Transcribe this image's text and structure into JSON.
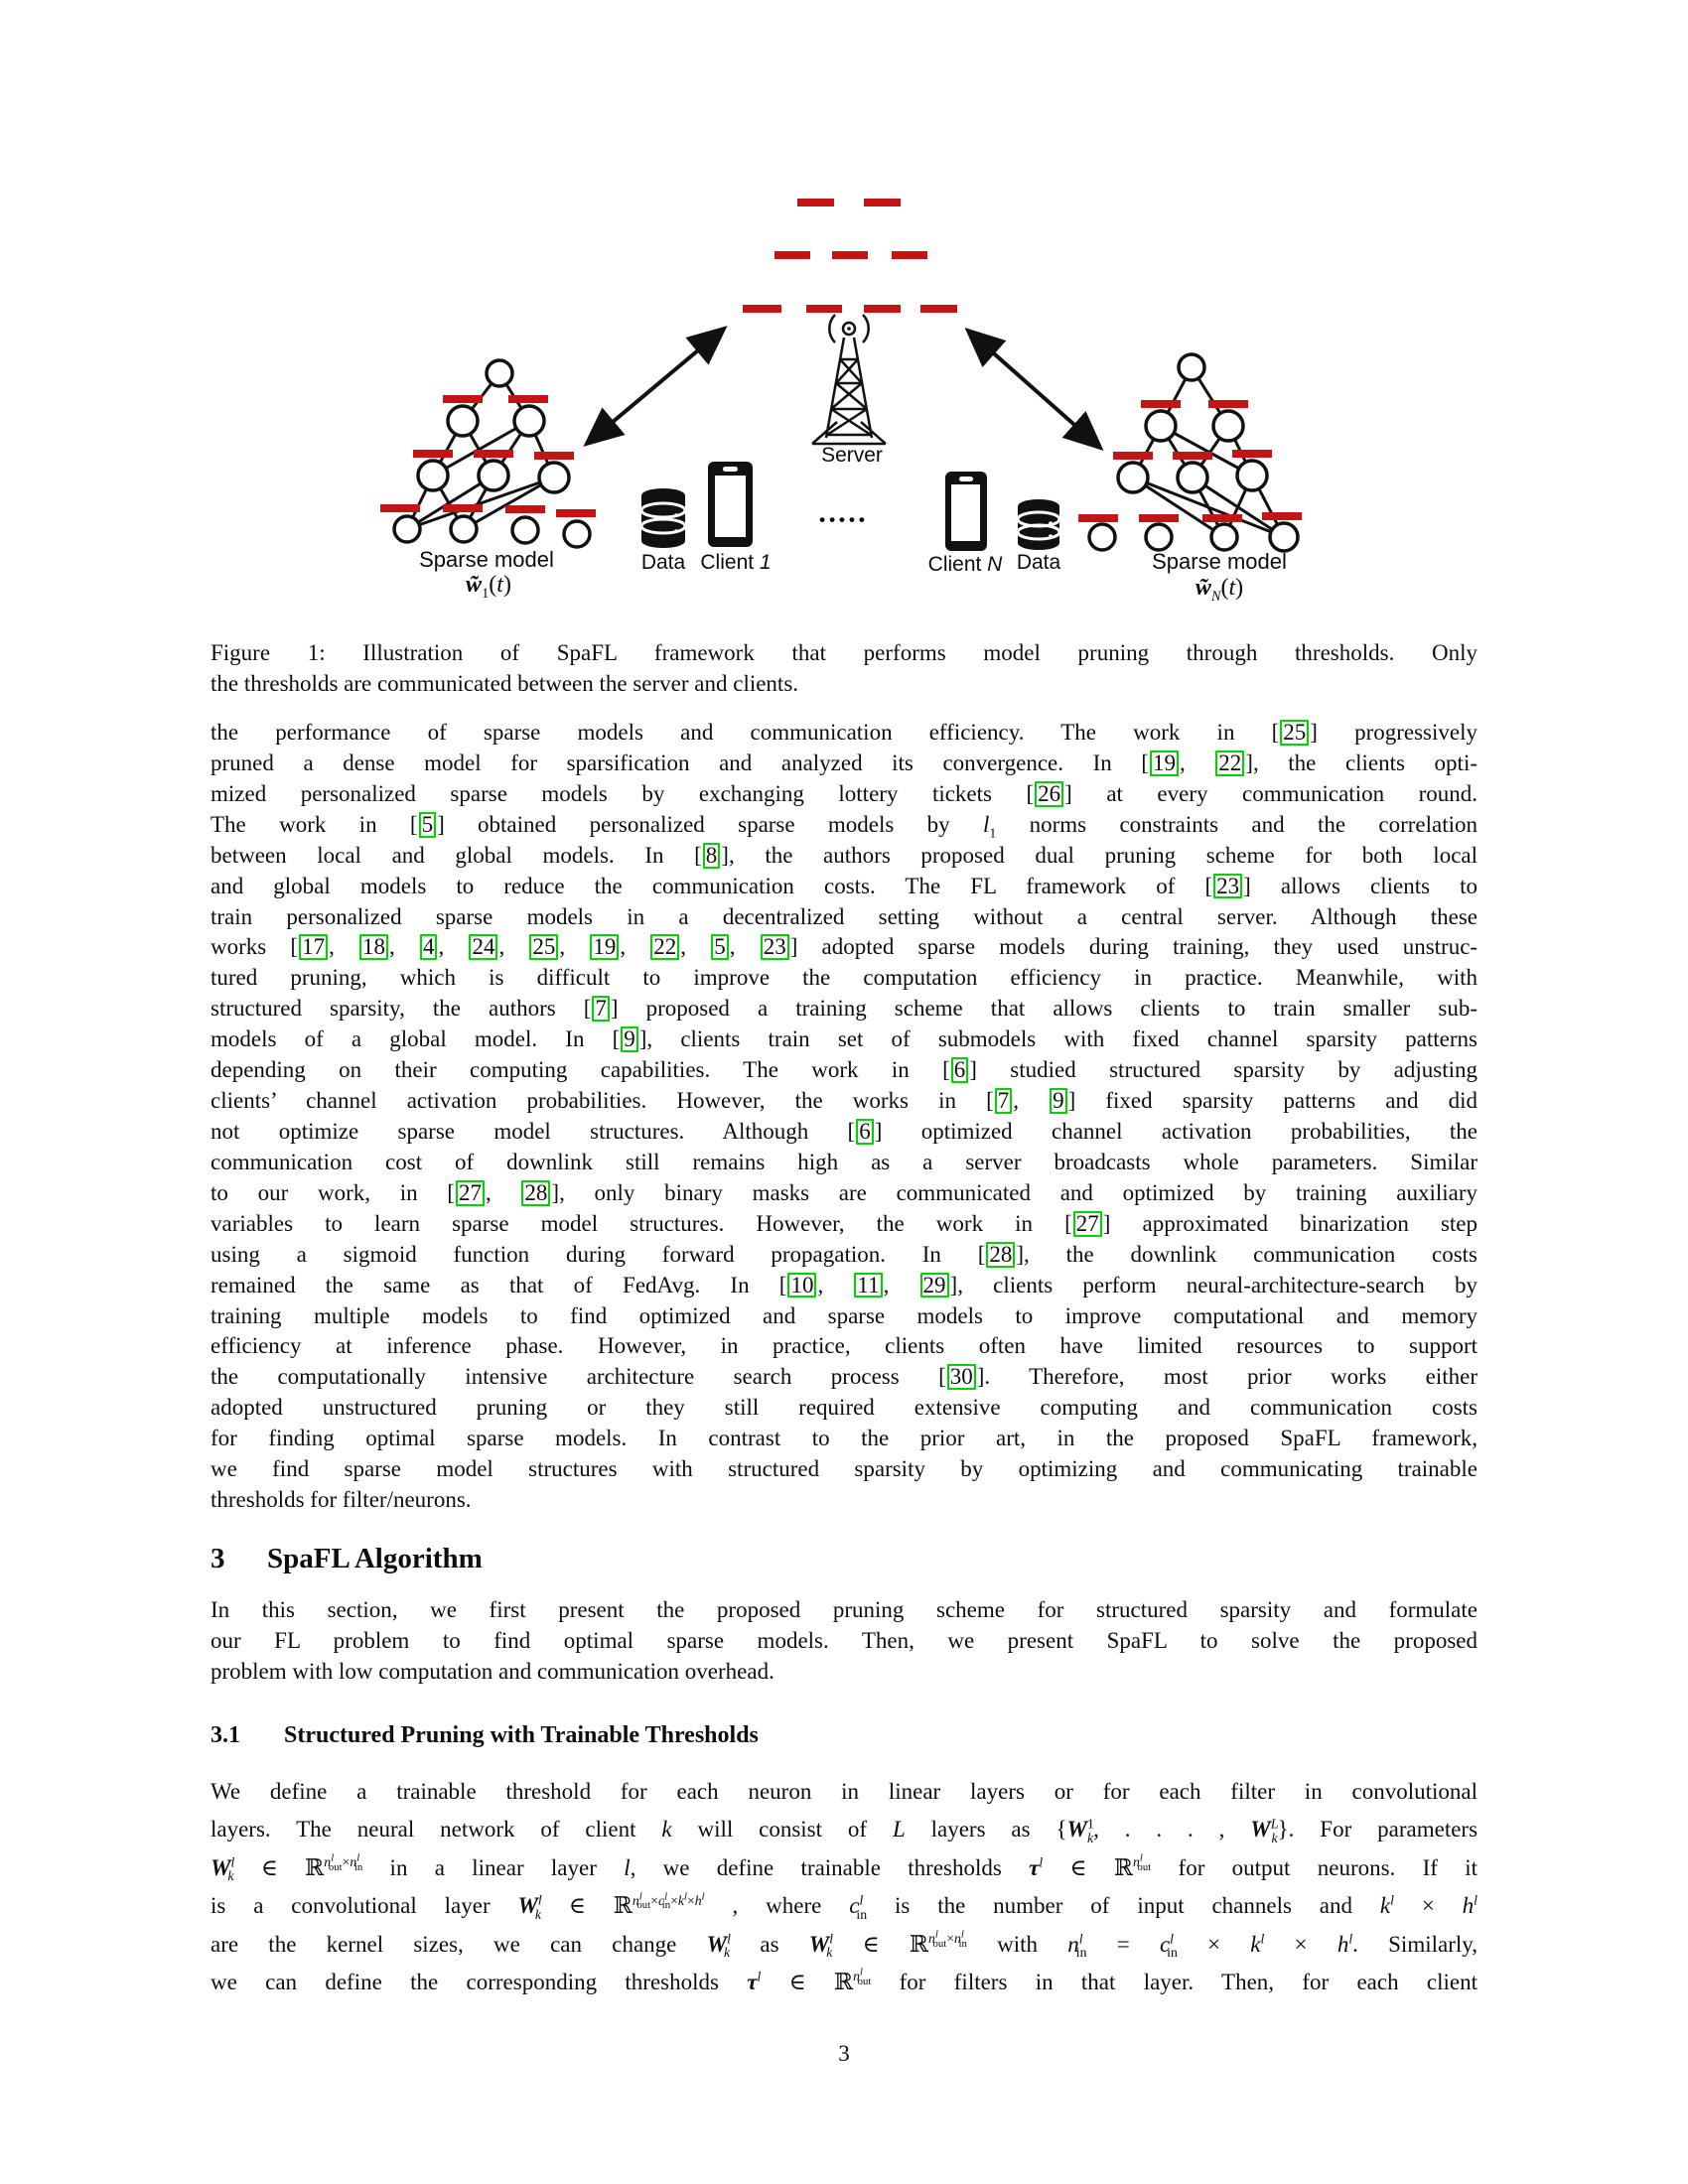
{
  "colors": {
    "threshold_red": "#c41414",
    "citation_green": "#00d400",
    "ink": "#0e0e0e"
  },
  "figure": {
    "server_label": "Server",
    "dots": "•••••",
    "left": {
      "model_label": "Sparse model",
      "weight_label": "⟦w̃⟧_{1}(⟨t⟩)",
      "data_label": "Data",
      "client_label": "Client ⟨1⟩"
    },
    "right": {
      "model_label": "Sparse model",
      "weight_label": "⟦w̃⟧_{⟨N⟩}(⟨t⟩)",
      "data_label": "Data",
      "client_label": "Client ⟨N⟩"
    }
  },
  "caption": {
    "lines": [
      "Figure 1: Illustration of SpaFL framework that performs model pruning through thresholds. Only",
      "the thresholds are communicated between the server and clients."
    ]
  },
  "paragraph1": {
    "lines": [
      "the performance of sparse models and communication efficiency.  The work in [«25»] progressively",
      "pruned a dense model for sparsification and analyzed its convergence. In [«19», «22»], the clients opti-",
      "mized personalized sparse models by exchanging lottery tickets [«26»] at every communication round.",
      "The work in [«5»] obtained personalized sparse models by ⟨l⟩_{1} norms constraints and the correlation",
      "between local and global models. In [«8»], the authors proposed dual pruning scheme for both local",
      "and global models to reduce the communication costs. The FL framework of [«23»] allows clients to",
      "train personalized sparse models in a decentralized setting without a central server. Although these",
      "works [«17», «18», «4», «24», «25», «19», «22», «5», «23»] adopted sparse models during training, they used unstruc-",
      "tured pruning, which is difficult to improve the computation efficiency in practice. Meanwhile, with",
      "structured sparsity, the authors [«7»] proposed a training scheme that allows clients to train smaller sub-",
      "models of a global model. In [«9»], clients train set of submodels with fixed channel sparsity patterns",
      "depending on their computing capabilities. The work in [«6»] studied structured sparsity by adjusting",
      "clients’ channel activation probabilities. However, the works in [«7», «9»] fixed sparsity patterns and did",
      "not optimize sparse model structures.  Although [«6»] optimized channel activation probabilities, the",
      "communication cost of downlink still remains high as a server broadcasts whole parameters. Similar",
      "to our work, in [«27», «28»], only binary masks are communicated and optimized by training auxiliary",
      "variables to learn sparse model structures. However, the work in [«27»] approximated binarization step",
      "using a sigmoid function during forward propagation.  In [«28»], the downlink communication costs",
      "remained the same as that of FedAvg. In [«10», «11», «29»], clients perform neural-architecture-search by",
      "training multiple models to find optimized and sparse models to improve computational and memory",
      "efficiency at inference phase.  However, in practice, clients often have limited resources to support",
      "the computationally intensive architecture search process [«30»].  Therefore, most prior works either",
      "adopted unstructured pruning or they still required extensive computing and communication costs",
      "for finding optimal sparse models.  In contrast to the prior art, in the proposed SpaFL framework,",
      "we find sparse model structures with structured sparsity by optimizing and communicating trainable",
      "thresholds for filter/neurons."
    ]
  },
  "section3": {
    "number": "3",
    "title": "SpaFL Algorithm",
    "lines": [
      "In this section, we first present the proposed pruning scheme for structured sparsity and formulate",
      "our FL problem to find optimal sparse models.  Then, we present SpaFL to solve the proposed",
      "problem with low computation and communication overhead."
    ]
  },
  "section31": {
    "number": "3.1",
    "title": "Structured Pruning with Trainable Thresholds",
    "lines": [
      "We define a trainable threshold for each neuron in linear layers or for each filter in convolutional",
      "layers. The neural network of client ⟨k⟩ will consist of ⟨L⟩ layers as {⟦W⟧^{1}_{⟨k⟩}, . . . , ⟦W⟧^{⟨L⟩}_{⟨k⟩}}. For parameters",
      "⟦W⟧^{⟨l⟩}_{⟨k⟩} ∈ ℝ^{⟨n⟩^{⟨l⟩}_{out}×⟨n⟩^{⟨l⟩}_{in}} in a linear layer ⟨l⟩, we define trainable thresholds ⟦τ⟧^{⟨l⟩} ∈ ℝ^{⟨n⟩^{⟨l⟩}_{out}} for output neurons. If it",
      "is a convolutional layer ⟦W⟧^{⟨l⟩}_{⟨k⟩} ∈ ℝ^{⟨n⟩^{⟨l⟩}_{out}×⟨c⟩^{⟨l⟩}_{in}×⟨k⟩^{⟨l⟩}×⟨h⟩^{⟨l⟩}} , where ⟨c⟩^{⟨l⟩}_{in} is the number of input channels and ⟨k⟩^{⟨l⟩} × ⟨h⟩^{⟨l⟩}",
      "are the kernel sizes, we can change ⟦W⟧^{⟨l⟩}_{⟨k⟩} as ⟦W⟧^{⟨l⟩}_{⟨k⟩} ∈ ℝ^{⟨n⟩^{⟨l⟩}_{out}×⟨n⟩^{⟨l⟩}_{in}} with ⟨n⟩^{⟨l⟩}_{in} = ⟨c⟩^{⟨l⟩}_{in} × ⟨k⟩^{⟨l⟩} × ⟨h⟩^{⟨l⟩}. Similarly,",
      "we can define the corresponding thresholds ⟦τ⟧^{⟨l⟩} ∈ ℝ^{⟨n⟩^{⟨l⟩}_{out}} for filters in that layer. Then, for each client"
    ]
  },
  "page_number": "3"
}
